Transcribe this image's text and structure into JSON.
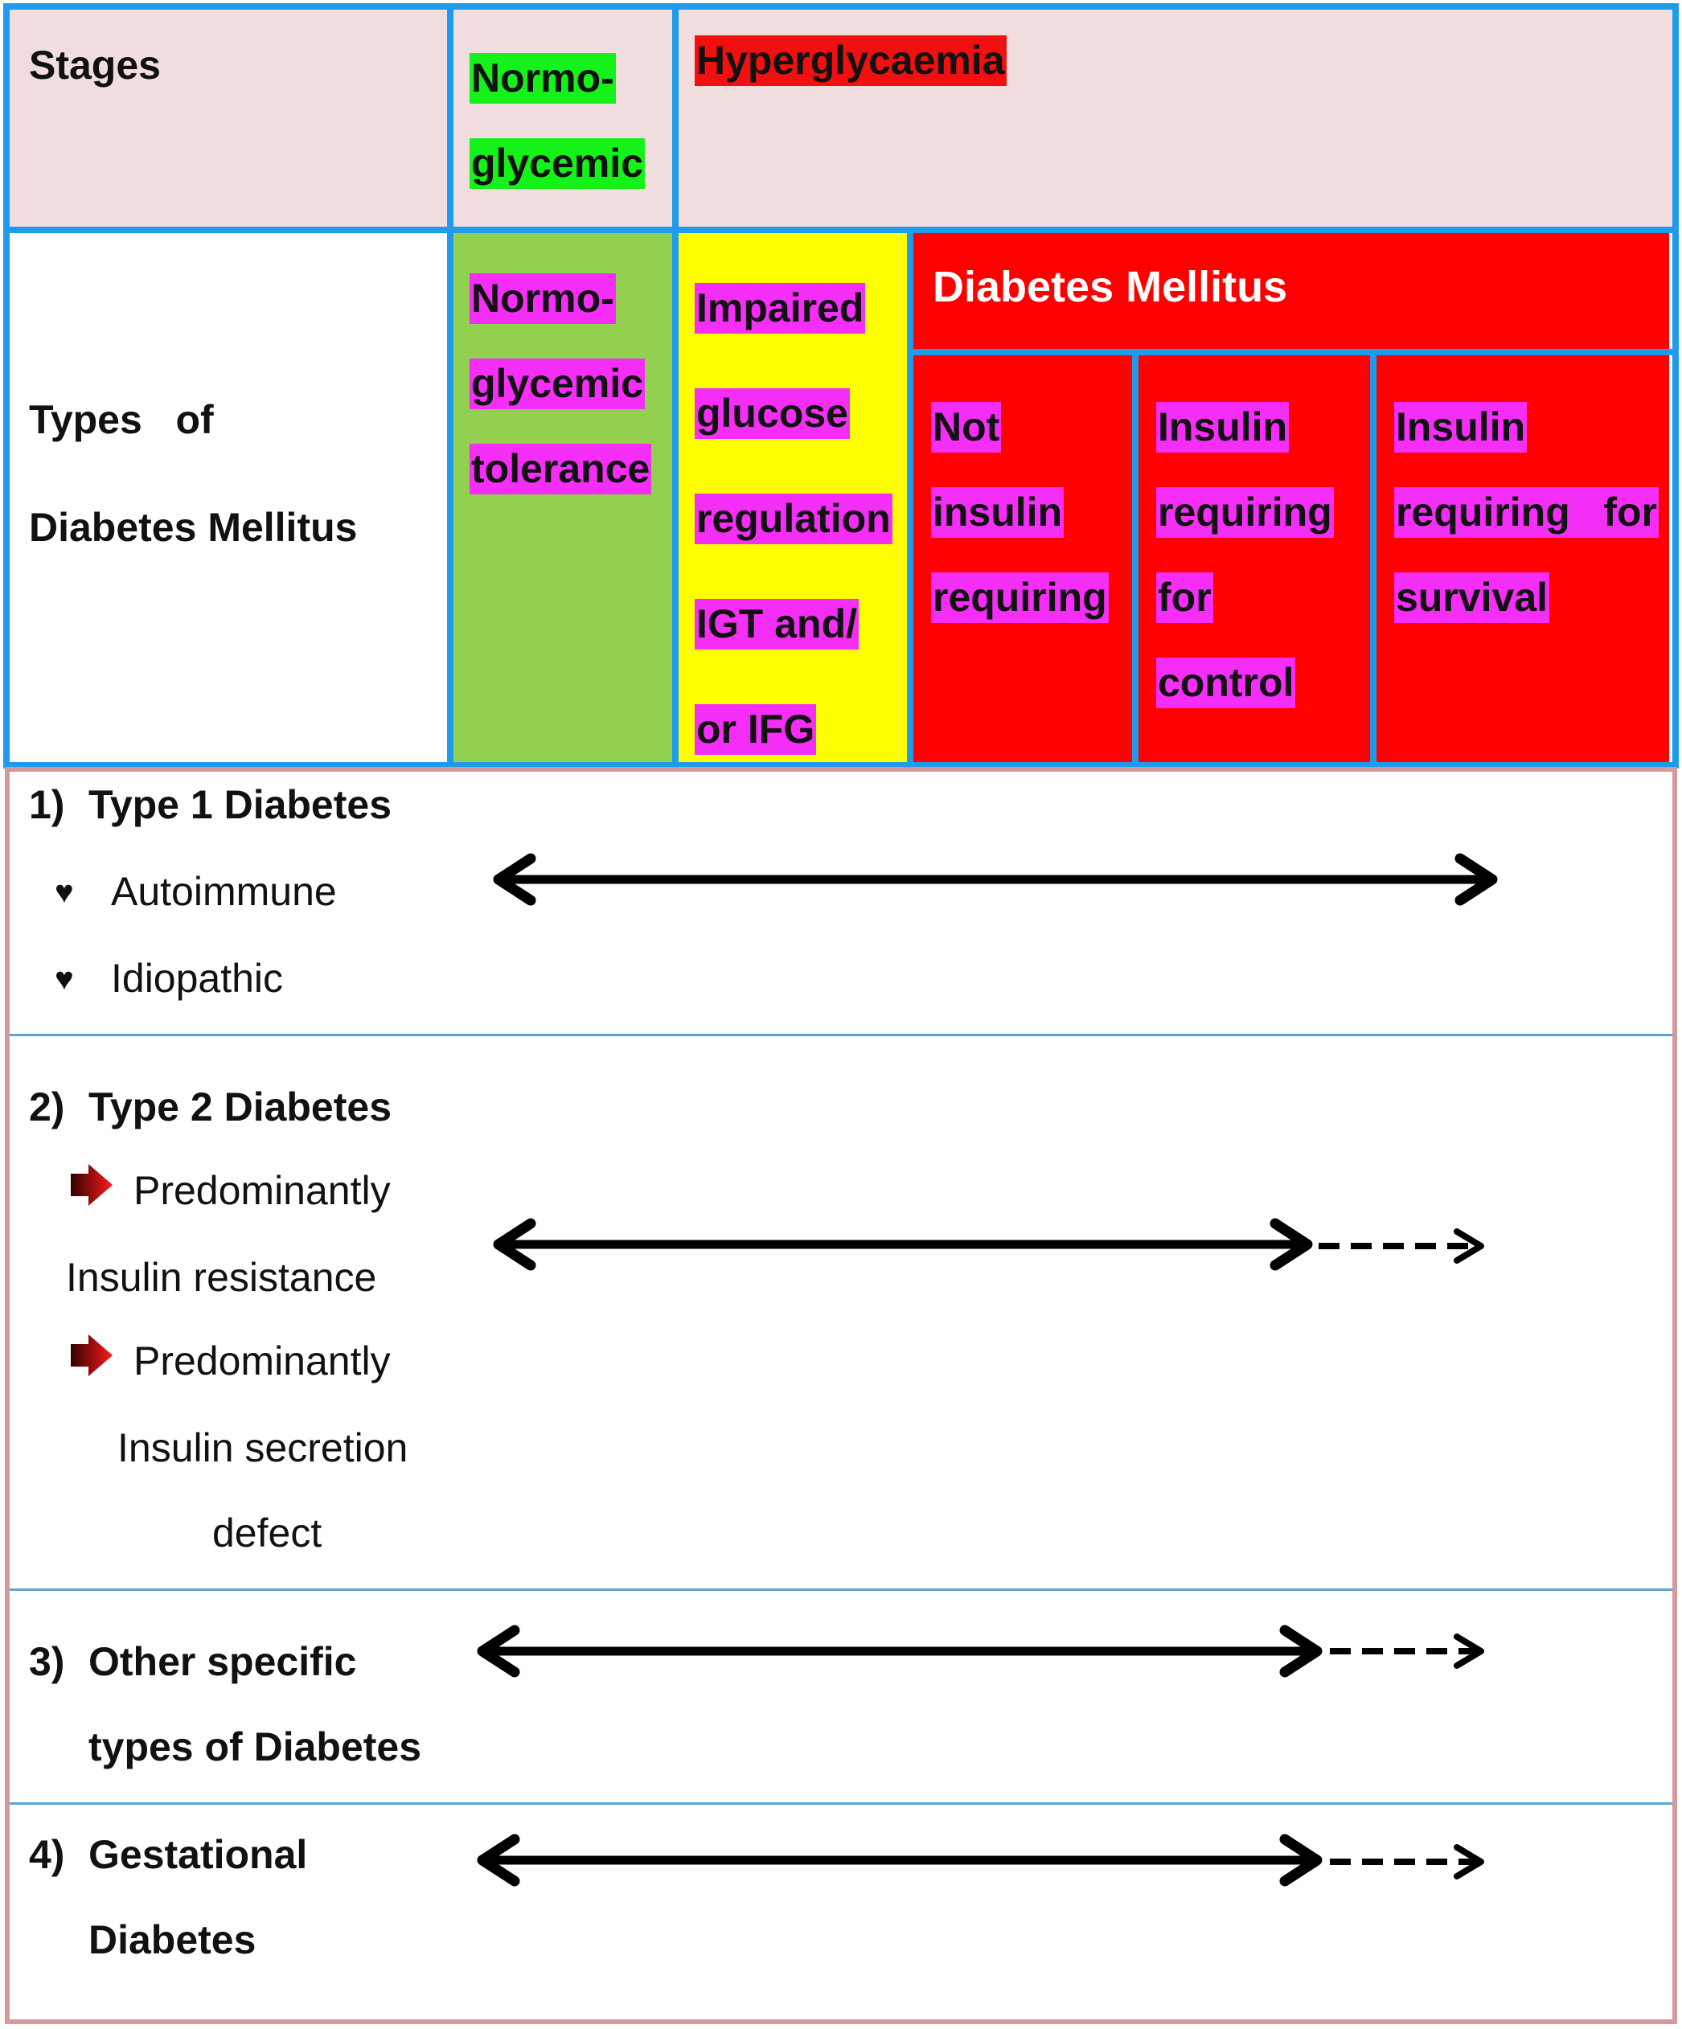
{
  "header": {
    "stages_label": "Stages",
    "normo_stage": [
      "Normo-",
      "glycemic"
    ],
    "hyper_stage": "Hyperglycaemia",
    "types_label": [
      "Types   of",
      "Diabetes Mellitus"
    ],
    "normo_type": [
      "Normo-",
      "glycemic",
      "tolerance"
    ],
    "impaired_type": [
      "Impaired",
      "glucose",
      "regulation",
      "IGT and/",
      "or IFG"
    ],
    "dm_title": "Diabetes Mellitus",
    "dm_sub": [
      [
        "Not",
        "insulin",
        "requiring"
      ],
      [
        "Insulin",
        "requiring",
        "for",
        "control"
      ],
      [
        "Insulin",
        "requiring   for",
        "survival"
      ]
    ]
  },
  "rows": [
    {
      "number": "1)",
      "title": "Type 1 Diabetes",
      "items": [
        "Autoimmune",
        "Idiopathic"
      ],
      "arrow": {
        "solid_to": "end",
        "dashed": false
      }
    },
    {
      "number": "2)",
      "title": "Type 2 Diabetes",
      "items": [
        "Predominantly",
        "Insulin resistance",
        "Predominantly",
        "Insulin secretion",
        "defect"
      ],
      "arrow": {
        "solid_to": "requiring-for-control",
        "dashed": true
      }
    },
    {
      "number": "3)",
      "title": [
        "Other specific",
        "types of Diabetes"
      ],
      "arrow": {
        "solid_to": "requiring-for-control",
        "dashed": true
      }
    },
    {
      "number": "4)",
      "title": [
        "Gestational",
        "Diabetes"
      ],
      "arrow": {
        "solid_to": "requiring-for-control",
        "dashed": true
      }
    }
  ],
  "colors": {
    "frame_blue": "#1e9bea",
    "frame_pink": "#d49a9a",
    "header_pink": "#f1dddd",
    "normo_green": "#92d050",
    "impaired_yellow": "#ffff00",
    "dm_red": "#ff0000",
    "highlight_magenta": "#f52ef7"
  },
  "icons": {
    "bullet_type1": "heart-icon",
    "bullet_type2": "red-arrow-icon"
  }
}
